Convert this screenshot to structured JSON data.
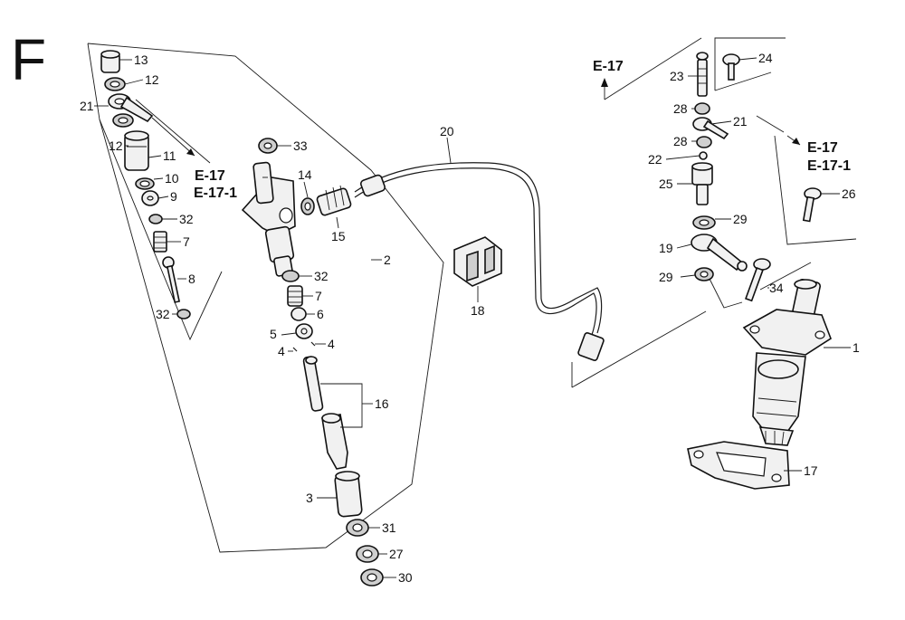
{
  "section_letter": "F",
  "references": {
    "e17": "E-17",
    "e17_1": "E-17-1"
  },
  "callouts": {
    "c1": "1",
    "c2": "2",
    "c3": "3",
    "c4a": "4",
    "c4b": "4",
    "c5": "5",
    "c6": "6",
    "c7a": "7",
    "c7b": "7",
    "c8": "8",
    "c9": "9",
    "c10": "10",
    "c11": "11",
    "c12a": "12",
    "c12b": "12",
    "c13": "13",
    "c14": "14",
    "c15": "15",
    "c16": "16",
    "c17": "17",
    "c18": "18",
    "c19": "19",
    "c20": "20",
    "c21a": "21",
    "c21b": "21",
    "c22": "22",
    "c23": "23",
    "c24": "24",
    "c25": "25",
    "c26": "26",
    "c27": "27",
    "c28a": "28",
    "c28b": "28",
    "c29a": "29",
    "c29b": "29",
    "c30": "30",
    "c31": "31",
    "c32a": "32",
    "c32b": "32",
    "c32c": "32",
    "c33": "33",
    "c34": "34"
  }
}
